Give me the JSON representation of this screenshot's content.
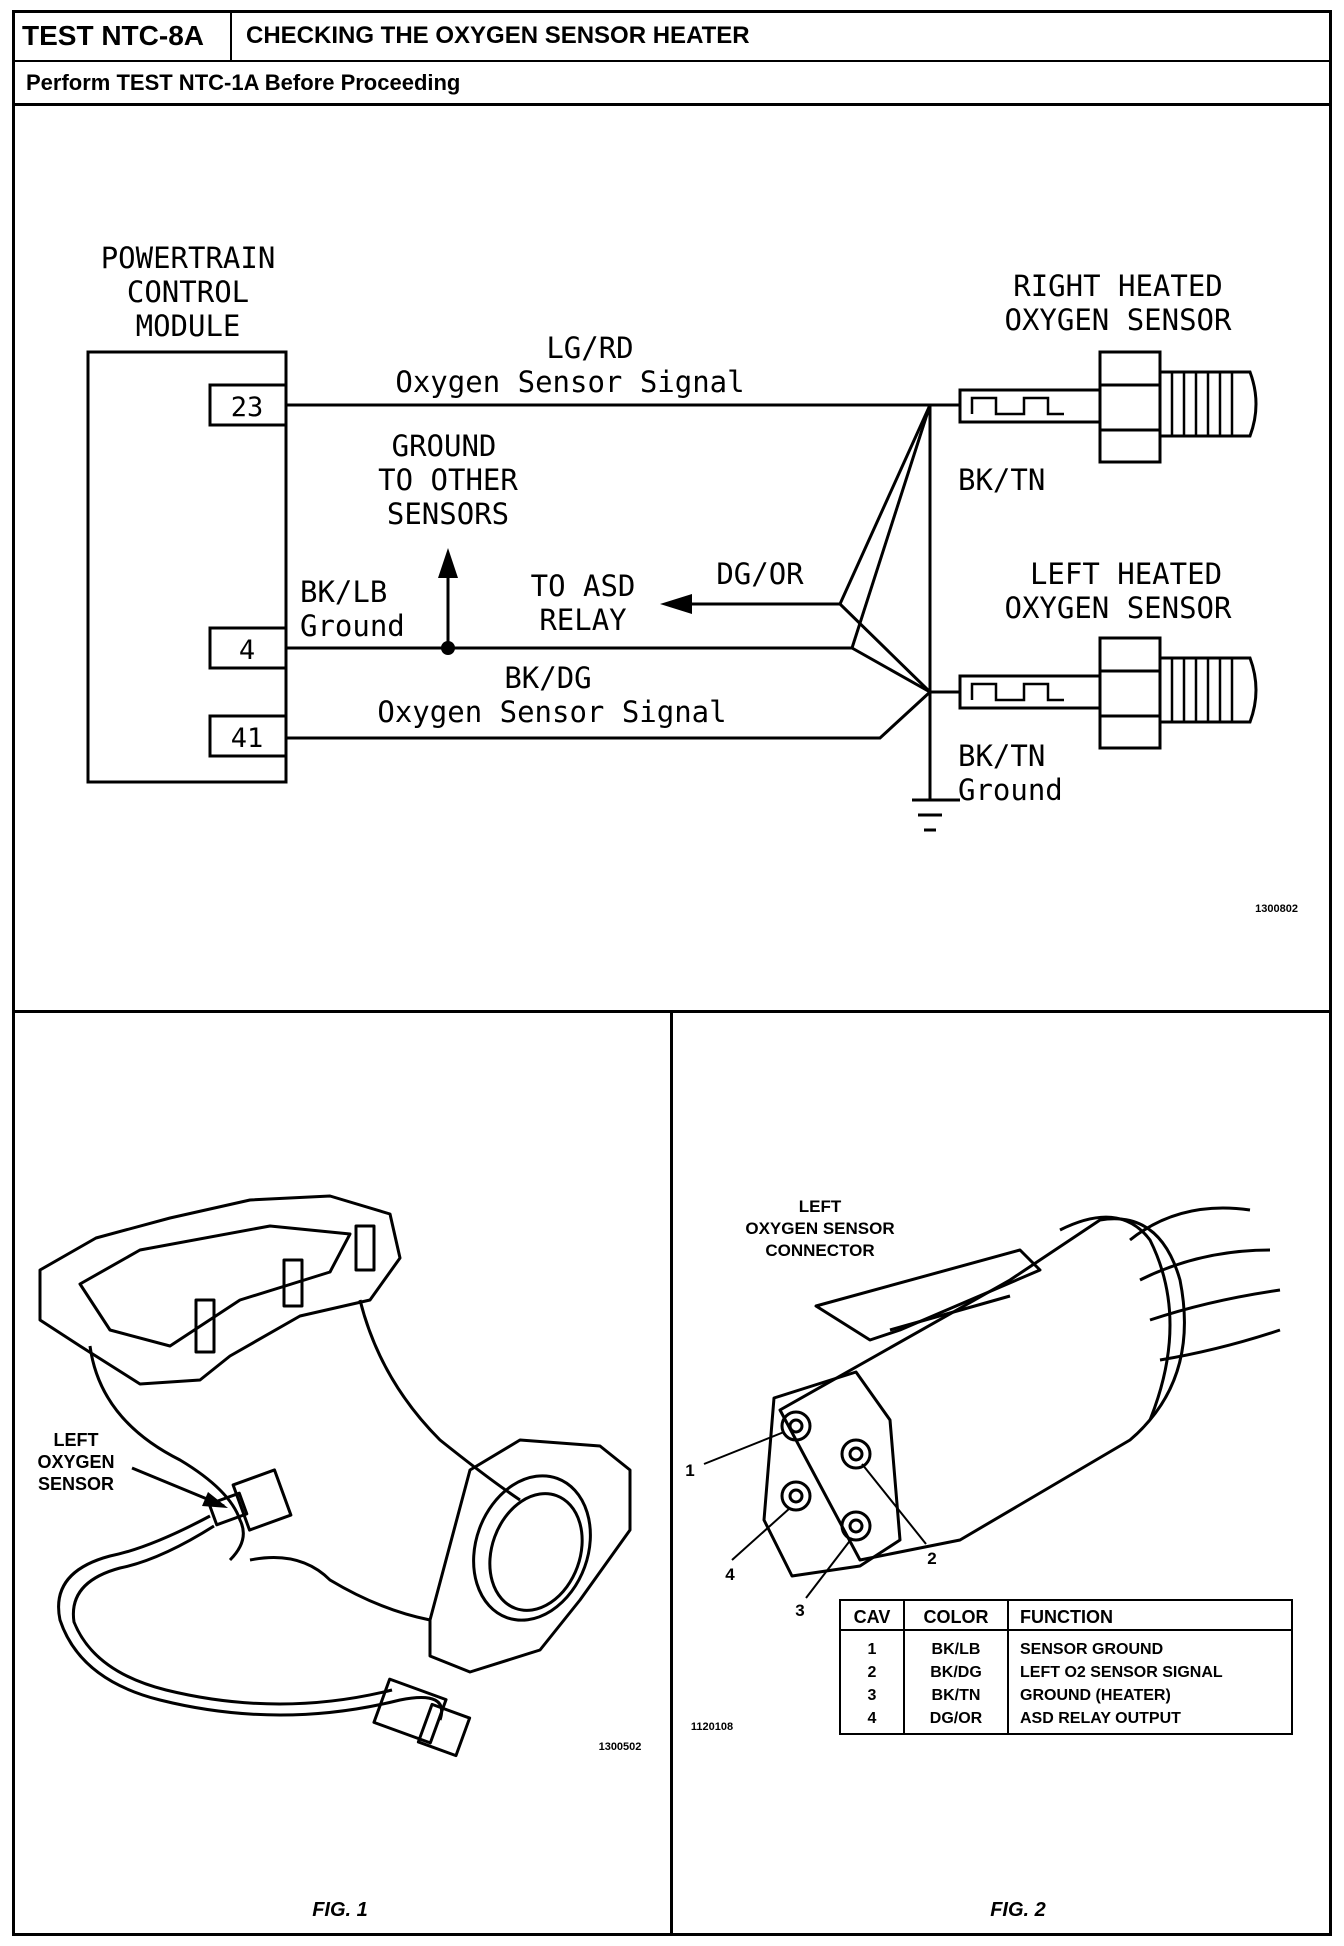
{
  "header": {
    "test_id": "TEST NTC-8A",
    "title": "CHECKING THE OXYGEN SENSOR HEATER",
    "prerequisite": "Perform TEST NTC-1A Before Proceeding"
  },
  "schematic": {
    "pcm_label_line1": "POWERTRAIN",
    "pcm_label_line2": "CONTROL",
    "pcm_label_line3": "MODULE",
    "pin_23": "23",
    "pin_4": "4",
    "pin_41": "41",
    "wire_23_color": "LG/RD",
    "wire_23_function": "Oxygen Sensor Signal",
    "ground_note_line1": "GROUND",
    "ground_note_line2": "TO OTHER",
    "ground_note_line3": "SENSORS",
    "wire_4_color": "BK/LB",
    "wire_4_function": "Ground",
    "asd_label_line1": "TO ASD",
    "asd_label_line2": "RELAY",
    "asd_wire_color": "DG/OR",
    "wire_41_color": "BK/DG",
    "wire_41_function": "Oxygen Sensor Signal",
    "right_sensor_line1": "RIGHT HEATED",
    "right_sensor_line2": "OXYGEN SENSOR",
    "right_sensor_wire": "BK/TN",
    "left_sensor_line1": "LEFT HEATED",
    "left_sensor_line2": "OXYGEN SENSOR",
    "left_sensor_wire": "BK/TN",
    "left_sensor_ground": "Ground",
    "figure_number": "1300802"
  },
  "fig1": {
    "sensor_label_line1": "LEFT",
    "sensor_label_line2": "OXYGEN",
    "sensor_label_line3": "SENSOR",
    "figure_number": "1300502",
    "caption": "FIG. 1"
  },
  "fig2": {
    "connector_label_line1": "LEFT",
    "connector_label_line2": "OXYGEN SENSOR",
    "connector_label_line3": "CONNECTOR",
    "callout_1": "1",
    "callout_2": "2",
    "callout_3": "3",
    "callout_4": "4",
    "figure_number": "1120108",
    "caption": "FIG. 2",
    "table": {
      "headers": [
        "CAV",
        "COLOR",
        "FUNCTION"
      ],
      "rows": [
        [
          "1",
          "BK/LB",
          "SENSOR GROUND"
        ],
        [
          "2",
          "BK/DG",
          "LEFT O2 SENSOR SIGNAL"
        ],
        [
          "3",
          "BK/TN",
          "GROUND (HEATER)"
        ],
        [
          "4",
          "DG/OR",
          "ASD RELAY OUTPUT"
        ]
      ]
    }
  }
}
